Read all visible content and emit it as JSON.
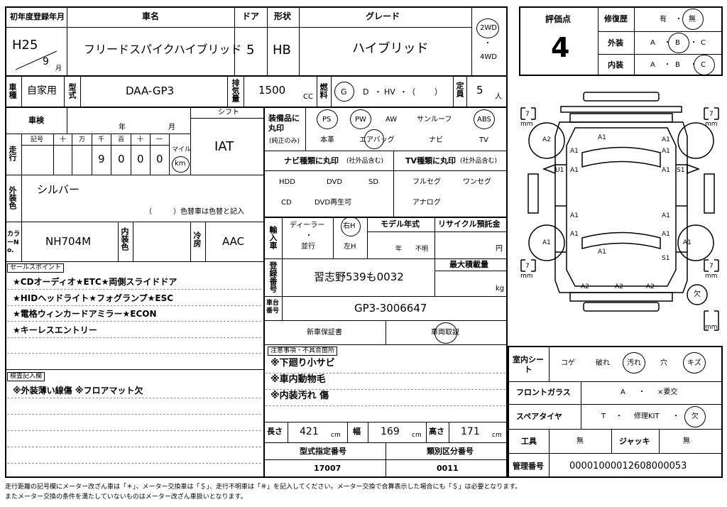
{
  "header": {
    "reg_year_label": "初年度登録年月",
    "reg_era_year": "H25",
    "reg_month": "9",
    "month_unit": "月",
    "car_name_label": "車名",
    "car_name": "フリードスパイクハイブリッド",
    "door_label": "ドア",
    "doors": "5",
    "shape_label": "形状",
    "shape": "HB",
    "grade_label": "グレード",
    "grade": "ハイブリッド",
    "drive_2wd": "2WD",
    "drive_dot": "・",
    "drive_4wd": "4WD"
  },
  "score": {
    "label": "評価点",
    "value": "4",
    "repair_label": "修復歴",
    "repair_yes": "有",
    "dot": "・",
    "repair_no": "無",
    "exterior_label": "外装",
    "interior_label": "内装",
    "grade_a": "A",
    "grade_b": "B",
    "grade_c": "C"
  },
  "row2": {
    "use_label": "車種",
    "use": "自家用",
    "model_label": "型式",
    "model": "DAA-GP3",
    "disp_label": "排気量",
    "displacement": "1500",
    "cc": "CC",
    "fuel_label": "燃料",
    "fuel_g": "G",
    "fuel_d": "D",
    "fuel_hv": "HV",
    "fuel_paren_open": "（",
    "fuel_paren_close": "）",
    "dot": "・",
    "cap_label": "定員",
    "capacity": "5",
    "cap_unit": "人"
  },
  "inspection": {
    "label": "車検",
    "year": "年",
    "month": "月",
    "shift_label": "シフト",
    "shift": "IAT"
  },
  "mileage": {
    "label": "走行",
    "code_label": "記号",
    "d1": "十",
    "d2": "万",
    "d3": "千",
    "d4": "百",
    "d5": "十",
    "d6": "一",
    "v3": "9",
    "v4": "0",
    "v5": "0",
    "v6": "0",
    "mile": "マイル",
    "km": "km"
  },
  "exterior_color": {
    "label": "外装色",
    "value": "シルバー",
    "note": "（　　　）色替車は色替と記入"
  },
  "color_code": {
    "label": "カラーNo.",
    "value": "NH704M",
    "int_label": "内装色",
    "ac_label": "冷房",
    "ac": "AAC"
  },
  "equipment": {
    "label": "装備品に丸印",
    "sub": "(純正のみ)",
    "ps": "PS",
    "pw": "PW",
    "aw": "AW",
    "sunroof": "サンルーフ",
    "abs": "ABS",
    "leather": "本革",
    "airbag": "エアバッグ",
    "navi": "ナビ",
    "tv": "TV"
  },
  "navi_type": {
    "label": "ナビ種類に丸印",
    "sub": "(社外品含む)",
    "hdd": "HDD",
    "dvd": "DVD",
    "sd": "SD",
    "cd": "CD",
    "dvd_play": "DVD再生可"
  },
  "tv_type": {
    "label": "TV種類に丸印",
    "sub": "(社外品含む)",
    "fullseg": "フルセグ",
    "oneseg": "ワンセグ",
    "analog": "アナログ"
  },
  "import": {
    "label": "輸入車",
    "dealer": "ディーラー",
    "dot": "・",
    "parallel": "並行",
    "right": "右H",
    "left": "左H",
    "model_year_label": "モデル年式",
    "year": "年",
    "unknown": "不明",
    "recycle_label": "リサイクル預託金",
    "yen": "円"
  },
  "plate": {
    "label": "登録番号",
    "value": "習志野539も0032",
    "max_load_label": "最大積載量",
    "kg": "kg"
  },
  "chassis": {
    "label": "車台番号",
    "value": "GP3-3006647"
  },
  "docs": {
    "warranty": "新車保証書",
    "manual": "車両取説"
  },
  "notes": {
    "label": "注意事項・不具合箇所",
    "lines": [
      "※下廻り小サビ",
      "※車内動物毛",
      "※内装汚れ 傷"
    ]
  },
  "sales": {
    "label": "セールスポイント",
    "lines": [
      "★CDオーディオ★ETC★両側スライドドア",
      "★HIDヘッドライト★フォグランプ★ESC",
      "★電格ウィンカードアミラー★ECON",
      "★キーレスエントリー"
    ]
  },
  "check": {
    "label": "検査記入欄",
    "lines": [
      "※外装薄い線傷 ※フロアマット欠"
    ]
  },
  "dims": {
    "len_label": "長さ",
    "length": "421",
    "wid_label": "幅",
    "width": "169",
    "hei_label": "高さ",
    "height": "171",
    "cm": "cm"
  },
  "codes": {
    "type_label": "型式指定番号",
    "type_no": "17007",
    "class_label": "類別区分番号",
    "class_no": "0011"
  },
  "interior": {
    "label": "室内シート",
    "koge": "コゲ",
    "yabure": "破れ",
    "yogore": "汚れ",
    "ana": "穴",
    "kizu": "キズ"
  },
  "glass": {
    "label": "フロントガラス",
    "a": "A",
    "dot": "・",
    "need": "×要交"
  },
  "spare": {
    "label": "スペアタイヤ",
    "t": "T",
    "dot": "・",
    "kit": "修理KIT",
    "missing": "欠"
  },
  "tools": {
    "label": "工具",
    "tools": "無",
    "jack_label": "ジャッキ",
    "jack": "無"
  },
  "manage": {
    "label": "管理番号",
    "value": "00001000012608000053"
  },
  "diagram": {
    "a1": "A1",
    "a2": "A2",
    "u1": "U1",
    "s1": "S1",
    "mm": "mm",
    "seven": "7",
    "missing": "欠"
  },
  "footer": {
    "line1": "走行距離の記号欄にメーター改ざん車は「＊」、メーター交換車は「＄」、走行不明車は「＃」を記入してください。メーター交換で合算表示した場合にも「＄」は必要となります。",
    "line2": "またメーター交換の条件を満たしていないものはメーター改ざん車扱いとなります。"
  }
}
